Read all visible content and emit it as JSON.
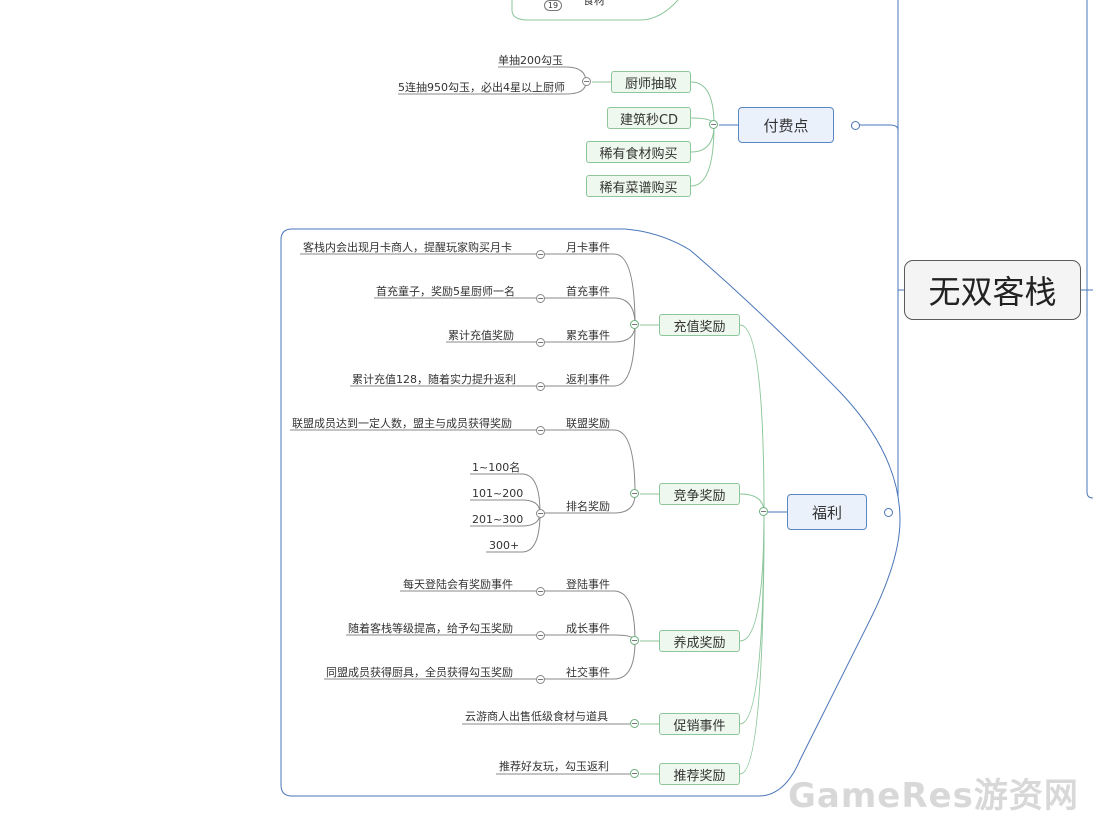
{
  "root": {
    "title": "无双客栈"
  },
  "top_fragment": {
    "badge": "19",
    "label": "食材"
  },
  "paid": {
    "title": "付费点",
    "chef": {
      "label": "厨师抽取",
      "details": [
        "单抽200勾玉",
        "5连抽950勾玉，必出4星以上厨师"
      ]
    },
    "items": [
      "建筑秒CD",
      "稀有食材购买",
      "稀有菜谱购买"
    ]
  },
  "welfare": {
    "title": "福利",
    "recharge": {
      "label": "充值奖励",
      "events": [
        {
          "name": "月卡事件",
          "desc": "客栈内会出现月卡商人，提醒玩家购买月卡"
        },
        {
          "name": "首充事件",
          "desc": "首充童子，奖励5星厨师一名"
        },
        {
          "name": "累充事件",
          "desc": "累计充值奖励"
        },
        {
          "name": "返利事件",
          "desc": "累计充值128，随着实力提升返利"
        }
      ]
    },
    "compete": {
      "label": "竞争奖励",
      "alliance": {
        "name": "联盟奖励",
        "desc": "联盟成员达到一定人数，盟主与成员获得奖励"
      },
      "rank": {
        "name": "排名奖励",
        "tiers": [
          "1~100名",
          "101~200",
          "201~300",
          "300+"
        ]
      }
    },
    "growth": {
      "label": "养成奖励",
      "events": [
        {
          "name": "登陆事件",
          "desc": "每天登陆会有奖励事件"
        },
        {
          "name": "成长事件",
          "desc": "随着客栈等级提高，给予勾玉奖励"
        },
        {
          "name": "社交事件",
          "desc": "同盟成员获得厨具，全员获得勾玉奖励"
        }
      ]
    },
    "promo": {
      "label": "促销事件",
      "desc": "云游商人出售低级食材与道具"
    },
    "referral": {
      "label": "推荐奖励",
      "desc": "推荐好友玩，勾玉返利"
    }
  },
  "watermark": "GameRes游资网",
  "colors": {
    "green_line": "#8cc69a",
    "blue_line": "#4a76b8",
    "grey_line": "#888888"
  }
}
